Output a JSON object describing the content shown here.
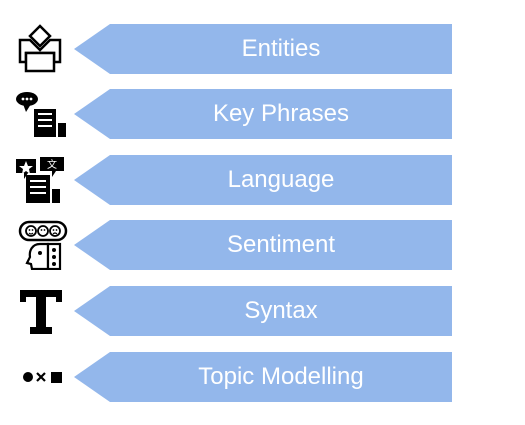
{
  "colors": {
    "banner": "#93b7eb",
    "label": "#ffffff",
    "icon": "#000000"
  },
  "rows": [
    {
      "label": "Entities",
      "icon": "entity-icon"
    },
    {
      "label": "Key Phrases",
      "icon": "speech-document-icon"
    },
    {
      "label": "Language",
      "icon": "translate-icon"
    },
    {
      "label": "Sentiment",
      "icon": "faces-icon"
    },
    {
      "label": "Syntax",
      "icon": "letter-t-icon"
    },
    {
      "label": "Topic Modelling",
      "icon": "shapes-icon"
    }
  ]
}
